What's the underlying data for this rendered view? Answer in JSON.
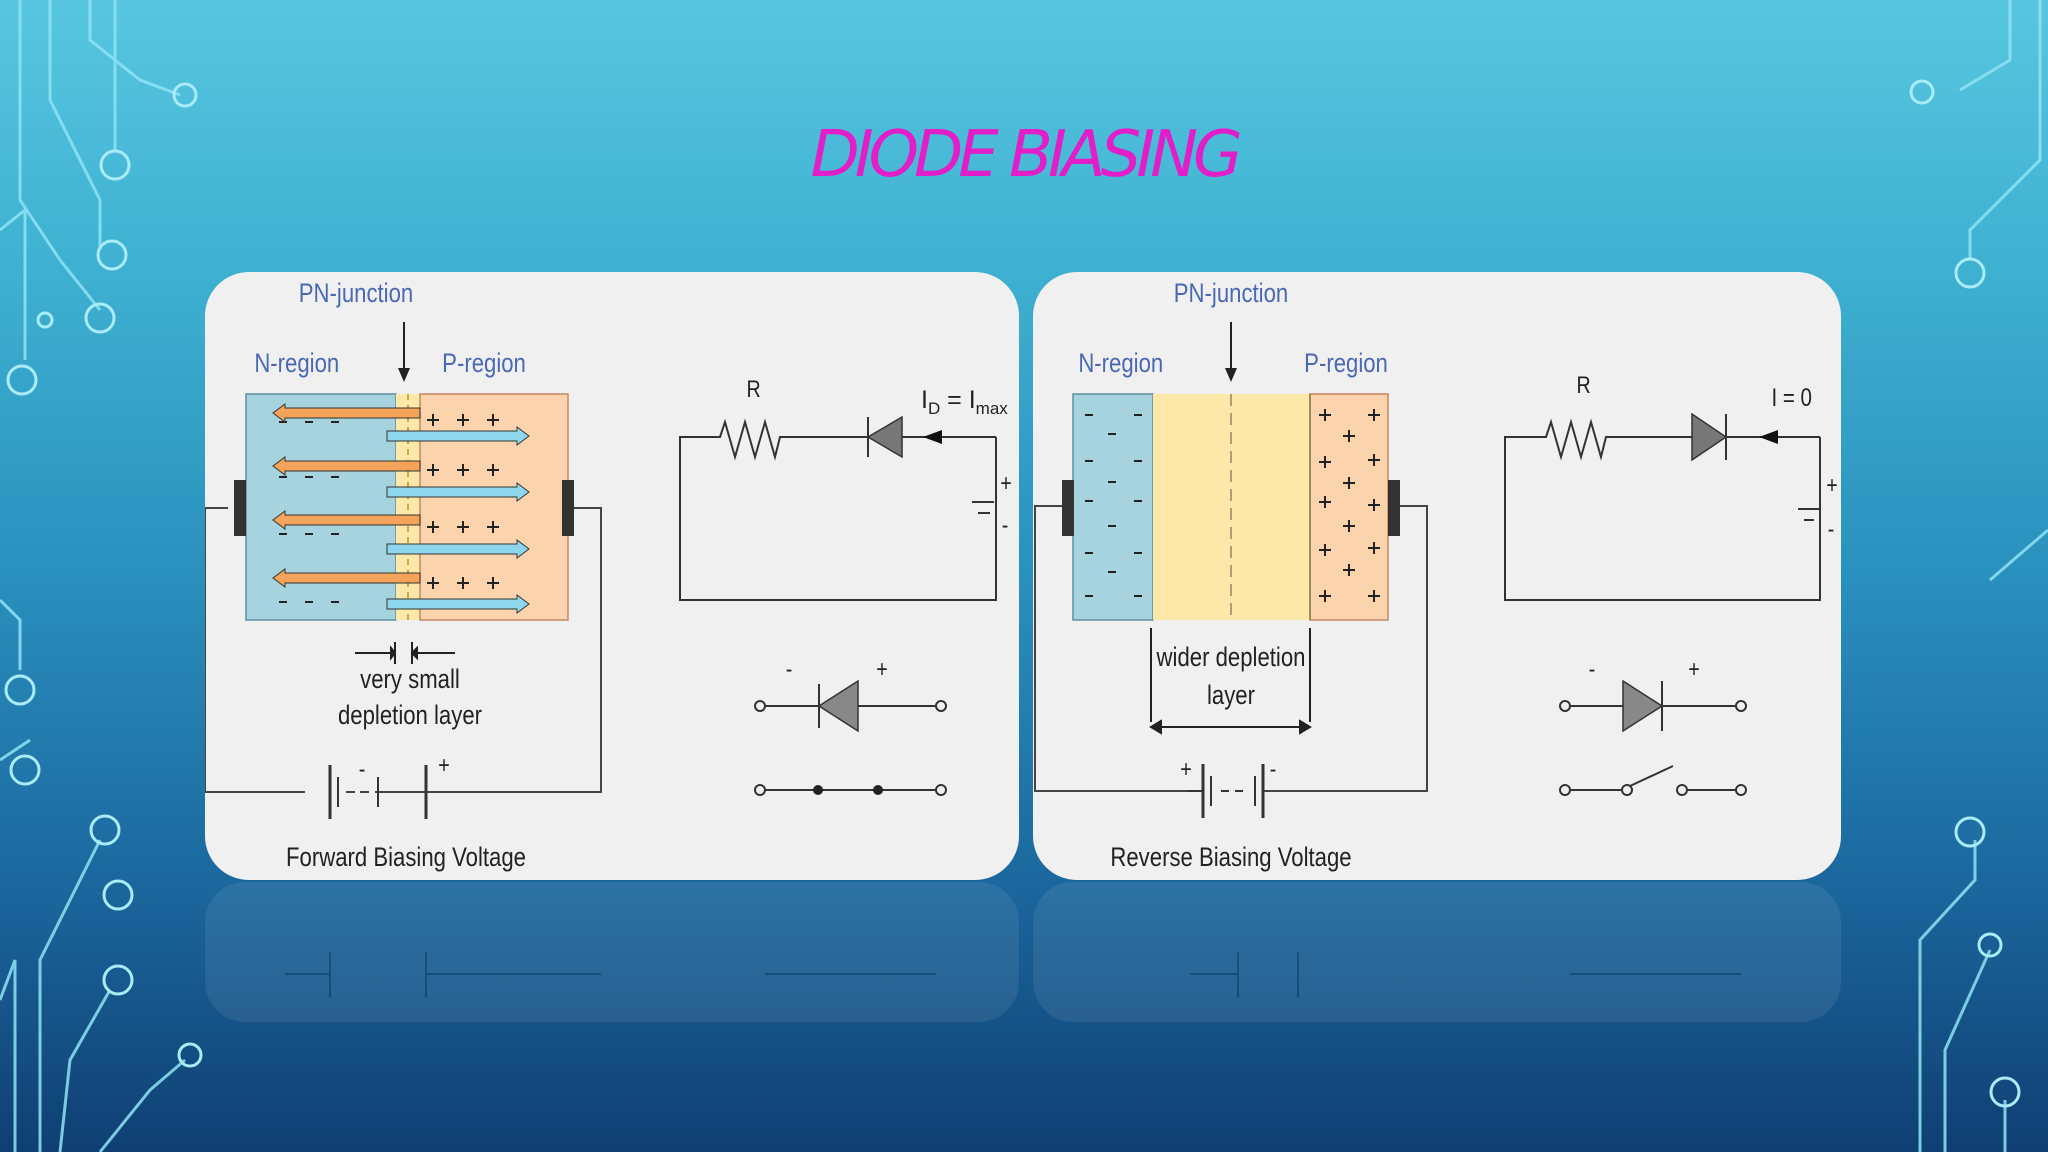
{
  "title": "DIODE BIASING",
  "forward_panel": {
    "pn_junction": "PN-junction",
    "n_region": "N-region",
    "p_region": "P-region",
    "resistor": "R",
    "current_label": "I",
    "current_sub_d": "D",
    "current_eq": " = I",
    "current_sub_max": "max",
    "plus": "+",
    "minus": "-",
    "depletion_1": "very small",
    "depletion_2": "depletion layer",
    "caption": "Forward Biasing Voltage"
  },
  "reverse_panel": {
    "pn_junction": "PN-junction",
    "n_region": "N-region",
    "p_region": "P-region",
    "resistor": "R",
    "current_label": "I = 0",
    "plus": "+",
    "minus": "-",
    "depletion_1": "wider depletion",
    "depletion_2": "layer",
    "caption": "Reverse Biasing Voltage"
  },
  "colors": {
    "title": "#e21ec8",
    "n_region": "#a6d3dd",
    "p_region": "#fbd3ad",
    "depletion": "#fde8aa",
    "labels": "#4b69b3"
  },
  "icons": [
    "circuit-trace-decoration",
    "resistor-symbol",
    "diode-symbol",
    "battery-symbol",
    "switch-symbol"
  ]
}
